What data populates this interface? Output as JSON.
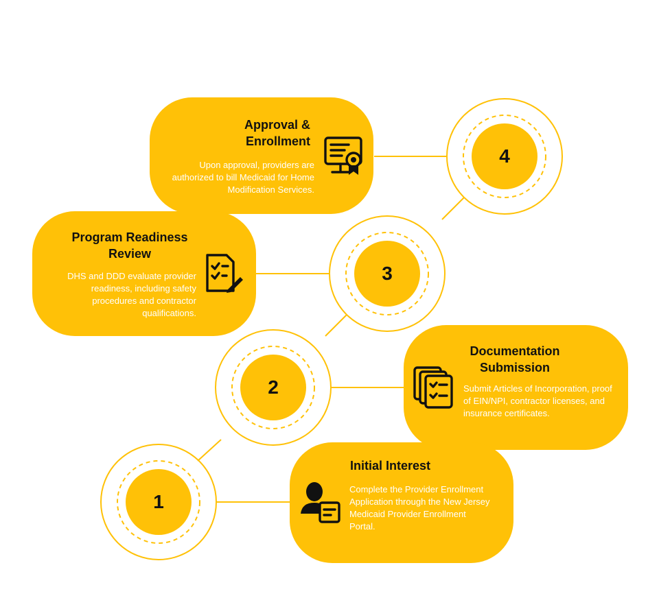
{
  "accent_color": "#FFC107",
  "steps": [
    {
      "number": "1",
      "title": "Initial Interest",
      "description": "Complete the Provider Enrollment Application through the New Jersey Medicaid Provider Enrollment Portal.",
      "icon": "person-document-icon"
    },
    {
      "number": "2",
      "title": "Documentation Submission",
      "description": "Submit Articles of Incorporation, proof of EIN/NPI, contractor licenses, and insurance certificates.",
      "icon": "document-stack-checklist-icon"
    },
    {
      "number": "3",
      "title": "Program Readiness Review",
      "description": "DHS and DDD evaluate provider readiness, including safety procedures and contractor qualifications.",
      "icon": "checklist-pen-icon"
    },
    {
      "number": "4",
      "title": "Approval & Enrollment",
      "description": "Upon approval, providers are authorized to bill Medicaid for Home Modification Services.",
      "icon": "certificate-monitor-icon"
    }
  ]
}
